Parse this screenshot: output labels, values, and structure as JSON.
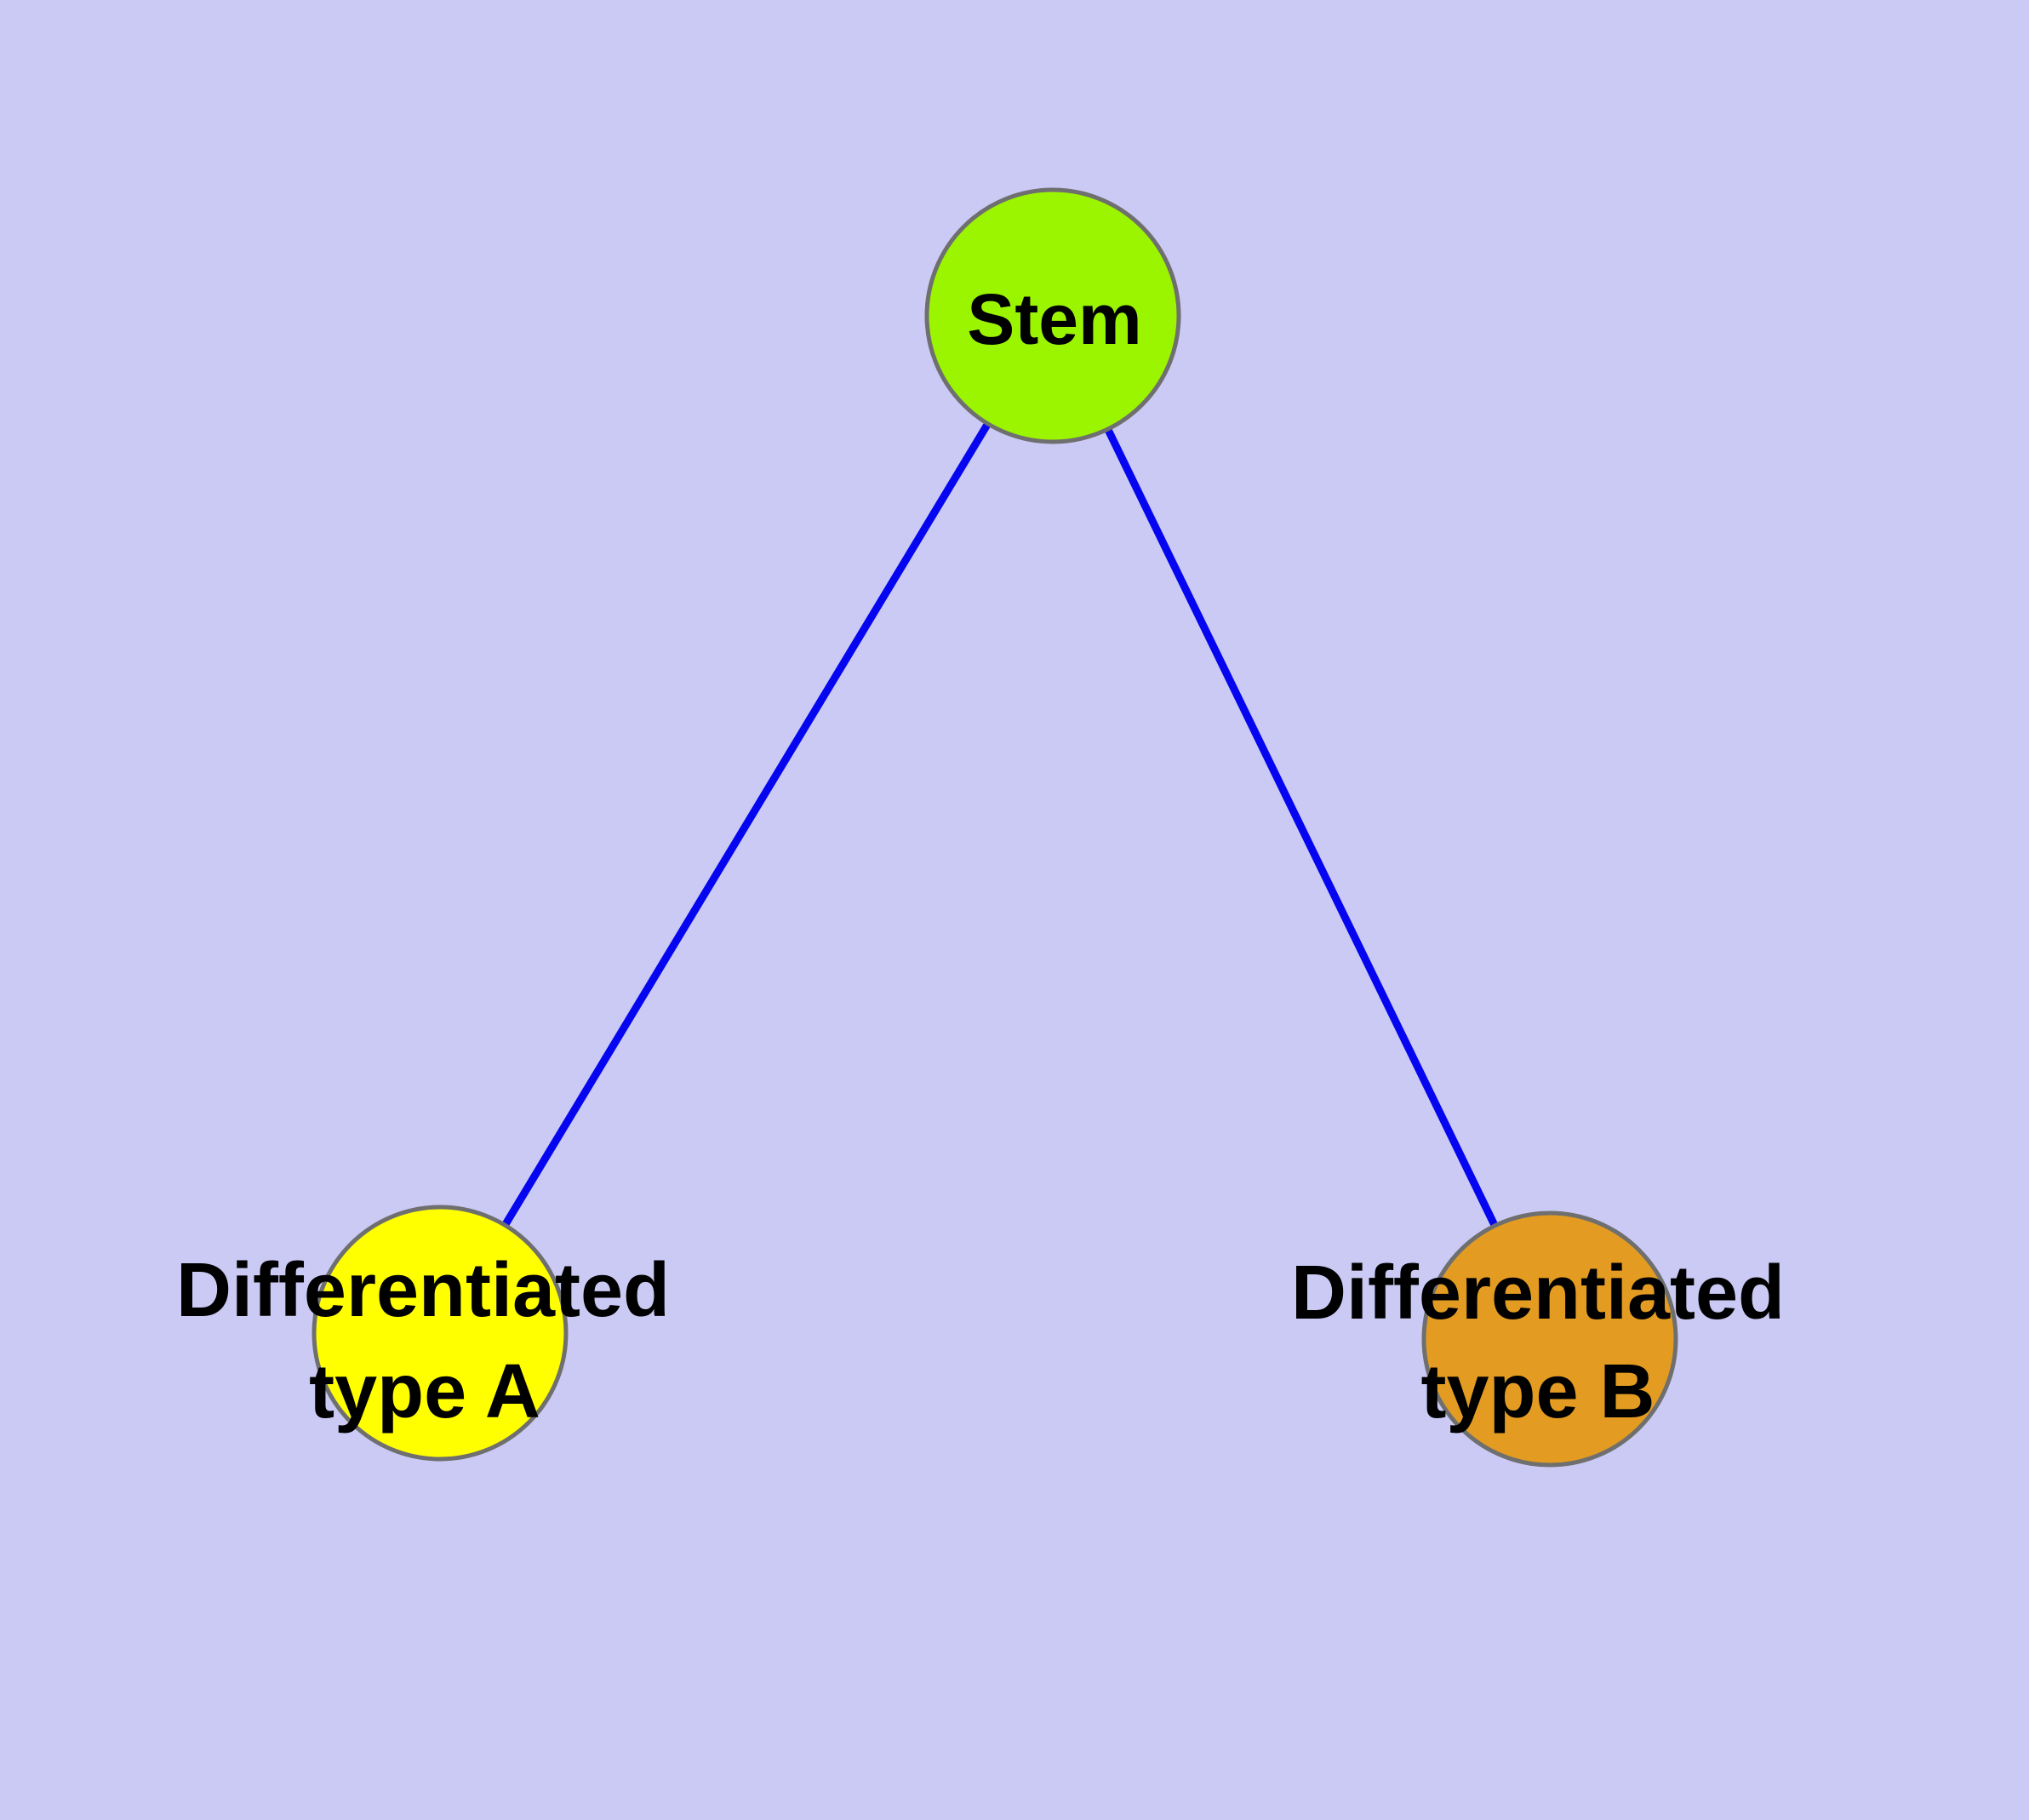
{
  "diagram": {
    "background_color": "#CACAF5",
    "node_border_color": "#6F6F6F",
    "edge_color": "#0505F0",
    "label_color": "#000000",
    "nodes": {
      "stem": {
        "id": "stem",
        "label": "Stem",
        "fill": "#9BF500"
      },
      "type_a": {
        "id": "type_a",
        "label": "Differentiated type A",
        "label_line1": "Differentiated",
        "label_line2": "type A",
        "fill": "#FFFF00"
      },
      "type_b": {
        "id": "type_b",
        "label": "Differentiated type B",
        "label_line1": "Differentiated",
        "label_line2": "type B",
        "fill": "#E39C21"
      }
    },
    "edges": [
      {
        "from": "stem",
        "to": "type_a"
      },
      {
        "from": "stem",
        "to": "type_b"
      }
    ]
  }
}
